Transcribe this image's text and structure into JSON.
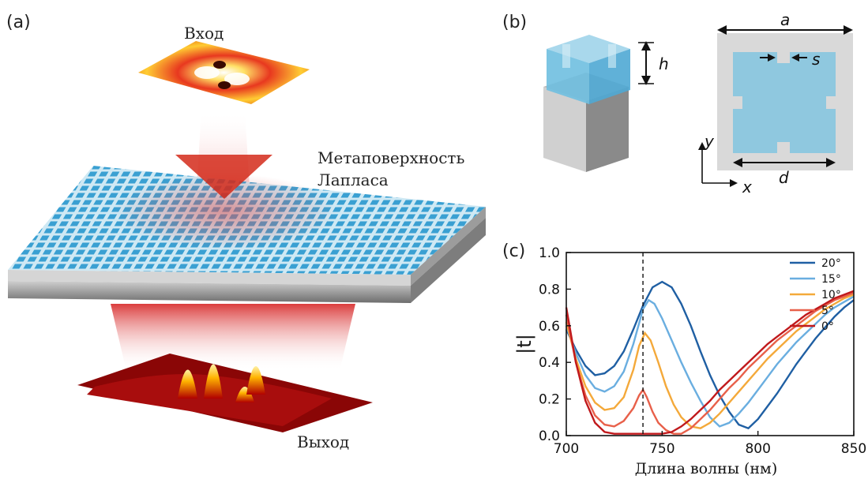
{
  "panels": {
    "a": {
      "label": "(a)",
      "input_label": "Вход",
      "surface_label_1": "Метаповерхность",
      "surface_label_2": "Лапласа",
      "output_label": "Выход"
    },
    "b": {
      "label": "(b)",
      "dims": {
        "a": "a",
        "h": "h",
        "s": "s",
        "d": "d",
        "x": "x",
        "y": "y"
      }
    },
    "c": {
      "label": "(c)"
    }
  },
  "colors": {
    "metasurface_blue": "#8ccfe8",
    "cell_blue": "#8fc8df",
    "cell_frame": "#d9d9d9",
    "heat_dark": "#8b0000",
    "heat_light": "#ffd24d"
  },
  "chart_data": {
    "type": "line",
    "title": "",
    "xlabel": "Длина волны (нм)",
    "ylabel": "|t|",
    "xlim": [
      700,
      850
    ],
    "ylim": [
      0.0,
      1.0
    ],
    "xticks": [
      "700",
      "750",
      "800",
      "850"
    ],
    "yticks": [
      "0.0",
      "0.2",
      "0.4",
      "0.6",
      "0.8",
      "1.0"
    ],
    "legend_position": "top-right",
    "reference_line_x": 740,
    "series": [
      {
        "name": "20°",
        "color": "#1f5fa3",
        "points": [
          [
            700,
            0.58
          ],
          [
            705,
            0.47
          ],
          [
            710,
            0.38
          ],
          [
            715,
            0.33
          ],
          [
            720,
            0.34
          ],
          [
            725,
            0.38
          ],
          [
            730,
            0.46
          ],
          [
            735,
            0.58
          ],
          [
            740,
            0.71
          ],
          [
            745,
            0.81
          ],
          [
            750,
            0.84
          ],
          [
            755,
            0.81
          ],
          [
            760,
            0.72
          ],
          [
            765,
            0.6
          ],
          [
            770,
            0.46
          ],
          [
            775,
            0.33
          ],
          [
            780,
            0.22
          ],
          [
            785,
            0.13
          ],
          [
            790,
            0.06
          ],
          [
            795,
            0.04
          ],
          [
            800,
            0.09
          ],
          [
            805,
            0.16
          ],
          [
            810,
            0.23
          ],
          [
            815,
            0.31
          ],
          [
            820,
            0.39
          ],
          [
            825,
            0.46
          ],
          [
            830,
            0.53
          ],
          [
            835,
            0.59
          ],
          [
            840,
            0.65
          ],
          [
            845,
            0.7
          ],
          [
            850,
            0.74
          ]
        ]
      },
      {
        "name": "15°",
        "color": "#6aaee0",
        "points": [
          [
            700,
            0.6
          ],
          [
            705,
            0.45
          ],
          [
            710,
            0.33
          ],
          [
            715,
            0.26
          ],
          [
            720,
            0.24
          ],
          [
            725,
            0.27
          ],
          [
            730,
            0.35
          ],
          [
            735,
            0.5
          ],
          [
            740,
            0.69
          ],
          [
            743,
            0.74
          ],
          [
            746,
            0.72
          ],
          [
            750,
            0.64
          ],
          [
            755,
            0.52
          ],
          [
            760,
            0.4
          ],
          [
            765,
            0.29
          ],
          [
            770,
            0.19
          ],
          [
            775,
            0.1
          ],
          [
            780,
            0.05
          ],
          [
            785,
            0.07
          ],
          [
            790,
            0.12
          ],
          [
            795,
            0.18
          ],
          [
            800,
            0.25
          ],
          [
            805,
            0.32
          ],
          [
            810,
            0.39
          ],
          [
            815,
            0.45
          ],
          [
            820,
            0.51
          ],
          [
            825,
            0.56
          ],
          [
            830,
            0.61
          ],
          [
            835,
            0.66
          ],
          [
            840,
            0.7
          ],
          [
            845,
            0.73
          ],
          [
            850,
            0.76
          ]
        ]
      },
      {
        "name": "10°",
        "color": "#f4a93a",
        "points": [
          [
            700,
            0.62
          ],
          [
            705,
            0.42
          ],
          [
            710,
            0.27
          ],
          [
            715,
            0.18
          ],
          [
            720,
            0.14
          ],
          [
            725,
            0.15
          ],
          [
            730,
            0.21
          ],
          [
            735,
            0.36
          ],
          [
            738,
            0.49
          ],
          [
            741,
            0.56
          ],
          [
            744,
            0.52
          ],
          [
            748,
            0.4
          ],
          [
            752,
            0.27
          ],
          [
            756,
            0.17
          ],
          [
            760,
            0.1
          ],
          [
            765,
            0.05
          ],
          [
            770,
            0.04
          ],
          [
            775,
            0.07
          ],
          [
            780,
            0.12
          ],
          [
            785,
            0.18
          ],
          [
            790,
            0.24
          ],
          [
            795,
            0.3
          ],
          [
            800,
            0.36
          ],
          [
            805,
            0.42
          ],
          [
            810,
            0.47
          ],
          [
            815,
            0.52
          ],
          [
            820,
            0.57
          ],
          [
            825,
            0.61
          ],
          [
            830,
            0.65
          ],
          [
            835,
            0.69
          ],
          [
            840,
            0.72
          ],
          [
            845,
            0.75
          ],
          [
            850,
            0.77
          ]
        ]
      },
      {
        "name": "5°",
        "color": "#e8604a",
        "points": [
          [
            700,
            0.66
          ],
          [
            705,
            0.4
          ],
          [
            710,
            0.22
          ],
          [
            715,
            0.11
          ],
          [
            720,
            0.06
          ],
          [
            725,
            0.05
          ],
          [
            730,
            0.08
          ],
          [
            735,
            0.15
          ],
          [
            738,
            0.22
          ],
          [
            740,
            0.25
          ],
          [
            742,
            0.21
          ],
          [
            745,
            0.13
          ],
          [
            748,
            0.07
          ],
          [
            752,
            0.03
          ],
          [
            756,
            0.01
          ],
          [
            760,
            0.01
          ],
          [
            765,
            0.04
          ],
          [
            770,
            0.09
          ],
          [
            775,
            0.14
          ],
          [
            780,
            0.2
          ],
          [
            785,
            0.26
          ],
          [
            790,
            0.31
          ],
          [
            795,
            0.37
          ],
          [
            800,
            0.42
          ],
          [
            805,
            0.47
          ],
          [
            810,
            0.52
          ],
          [
            815,
            0.56
          ],
          [
            820,
            0.6
          ],
          [
            825,
            0.64
          ],
          [
            830,
            0.68
          ],
          [
            835,
            0.71
          ],
          [
            840,
            0.74
          ],
          [
            845,
            0.76
          ],
          [
            850,
            0.78
          ]
        ]
      },
      {
        "name": "0°",
        "color": "#c0191c",
        "points": [
          [
            700,
            0.7
          ],
          [
            705,
            0.4
          ],
          [
            710,
            0.19
          ],
          [
            715,
            0.07
          ],
          [
            720,
            0.02
          ],
          [
            725,
            0.01
          ],
          [
            730,
            0.01
          ],
          [
            735,
            0.01
          ],
          [
            740,
            0.01
          ],
          [
            745,
            0.01
          ],
          [
            750,
            0.01
          ],
          [
            755,
            0.02
          ],
          [
            760,
            0.05
          ],
          [
            765,
            0.09
          ],
          [
            770,
            0.14
          ],
          [
            775,
            0.19
          ],
          [
            780,
            0.25
          ],
          [
            785,
            0.3
          ],
          [
            790,
            0.35
          ],
          [
            795,
            0.4
          ],
          [
            800,
            0.45
          ],
          [
            805,
            0.5
          ],
          [
            810,
            0.54
          ],
          [
            815,
            0.58
          ],
          [
            820,
            0.62
          ],
          [
            825,
            0.66
          ],
          [
            830,
            0.69
          ],
          [
            835,
            0.72
          ],
          [
            840,
            0.75
          ],
          [
            845,
            0.77
          ],
          [
            850,
            0.79
          ]
        ]
      }
    ]
  }
}
